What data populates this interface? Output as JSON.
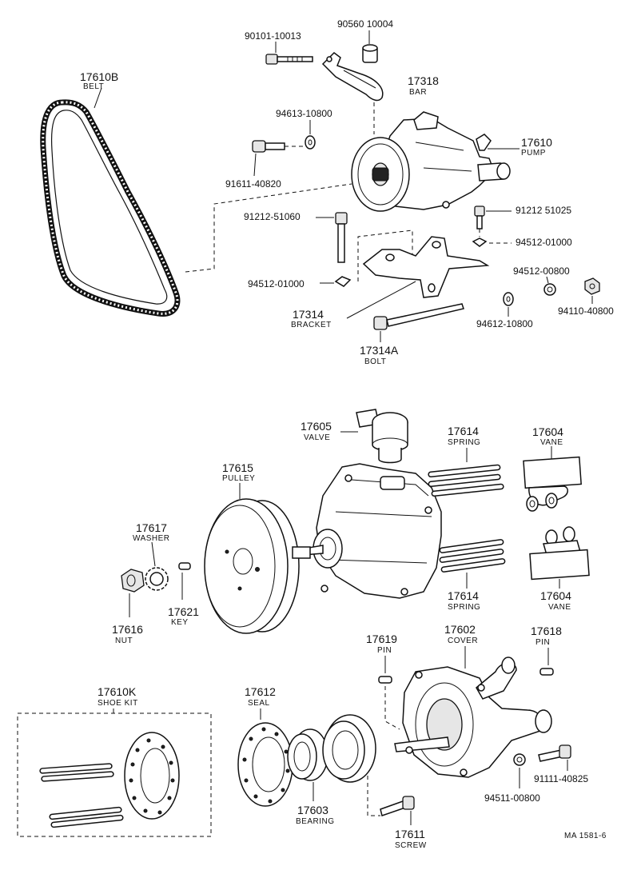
{
  "parts": {
    "belt": {
      "number": "17610B",
      "name": "BELT"
    },
    "bolt_a": {
      "number": "90101-10013"
    },
    "collar": {
      "number": "90560 10004"
    },
    "bar": {
      "number": "17318",
      "name": "BAR"
    },
    "washer_top": {
      "number": "94613-10800"
    },
    "pump": {
      "number": "17610",
      "name": "PUMP"
    },
    "bolt_b": {
      "number": "91611-40820"
    },
    "bolt_c": {
      "number": "91212-51060"
    },
    "bolt_d": {
      "number": "91212 51025"
    },
    "washer_e": {
      "number": "94512-01000"
    },
    "washer_f": {
      "number": "94512-00800"
    },
    "washer_g": {
      "number": "94512-01000"
    },
    "nut_h": {
      "number": "94110-40800"
    },
    "washer_i": {
      "number": "94612-10800"
    },
    "bracket": {
      "number": "17314",
      "name": "BRACKET"
    },
    "bracket_bolt": {
      "number": "17314A",
      "name": "BOLT"
    },
    "valve": {
      "number": "17605",
      "name": "VALVE"
    },
    "spring_top": {
      "number": "17614",
      "name": "SPRING"
    },
    "vane_top": {
      "number": "17604",
      "name": "VANE"
    },
    "pulley": {
      "number": "17615",
      "name": "PULLEY"
    },
    "washer_lock": {
      "number": "17617",
      "name": "WASHER"
    },
    "key": {
      "number": "17621",
      "name": "KEY"
    },
    "nut": {
      "number": "17616",
      "name": "NUT"
    },
    "spring_bottom": {
      "number": "17614",
      "name": "SPRING"
    },
    "vane_bottom": {
      "number": "17604",
      "name": "VANE"
    },
    "pin_a": {
      "number": "17619",
      "name": "PIN"
    },
    "cover": {
      "number": "17602",
      "name": "COVER"
    },
    "pin_b": {
      "number": "17618",
      "name": "PIN"
    },
    "shoe_kit": {
      "number": "17610K",
      "name": "SHOE KIT"
    },
    "seal": {
      "number": "17612",
      "name": "SEAL"
    },
    "bearing": {
      "number": "17603",
      "name": "BEARING"
    },
    "screw": {
      "number": "17611",
      "name": "SCREW"
    },
    "bolt_j": {
      "number": "91111-40825"
    },
    "washer_k": {
      "number": "94511-00800"
    }
  },
  "footer": {
    "code": "MA 1581-6"
  }
}
